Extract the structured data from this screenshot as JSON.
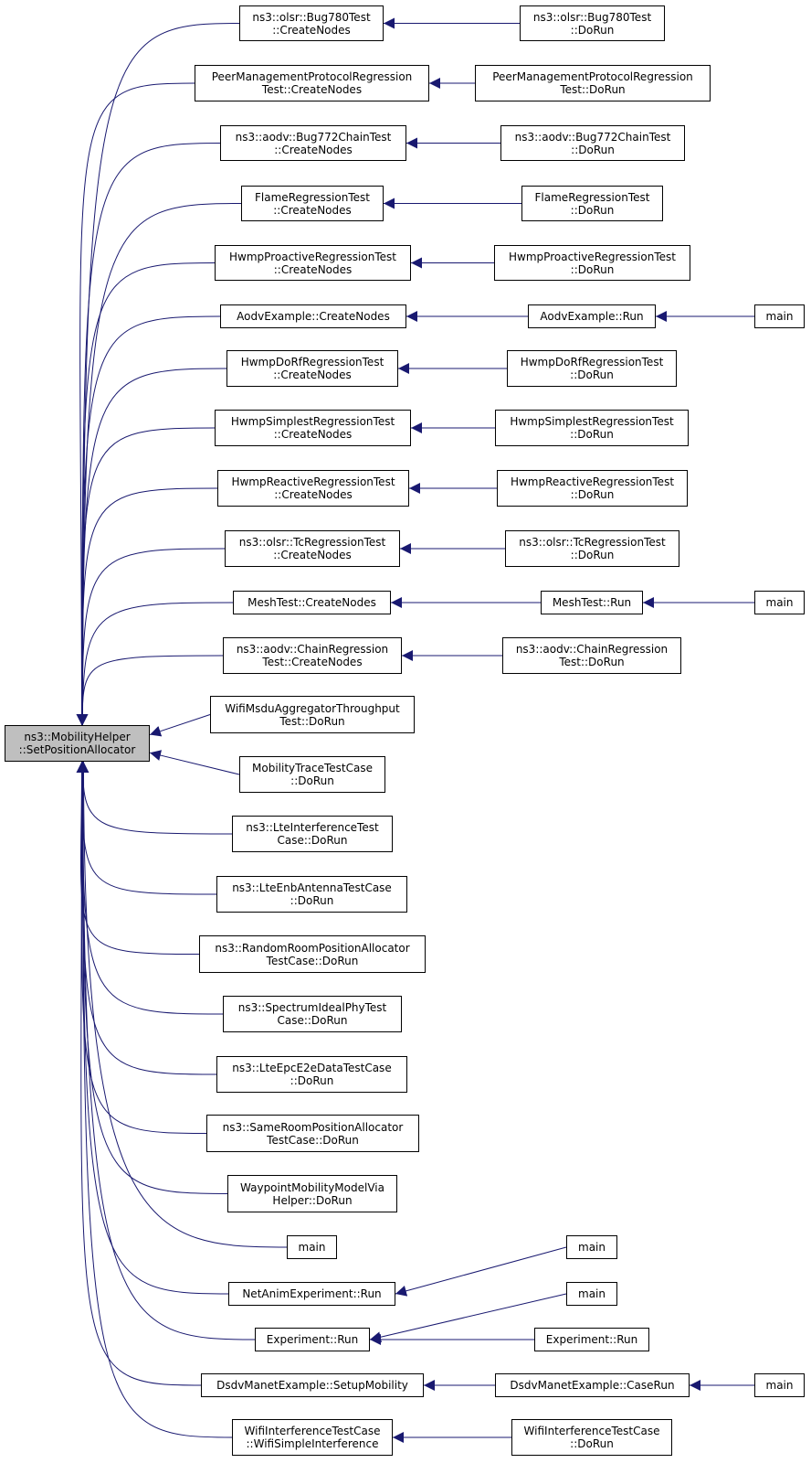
{
  "root": {
    "id": "root",
    "lines": [
      "ns3::MobilityHelper",
      "::SetPositionAllocator"
    ]
  },
  "nodes": [
    {
      "id": "c1",
      "lines": [
        "ns3::olsr::Bug780Test",
        "::CreateNodes"
      ]
    },
    {
      "id": "c2",
      "lines": [
        "PeerManagementProtocolRegression",
        "Test::CreateNodes"
      ]
    },
    {
      "id": "c3",
      "lines": [
        "ns3::aodv::Bug772ChainTest",
        "::CreateNodes"
      ]
    },
    {
      "id": "c4",
      "lines": [
        "FlameRegressionTest",
        "::CreateNodes"
      ]
    },
    {
      "id": "c5",
      "lines": [
        "HwmpProactiveRegressionTest",
        "::CreateNodes"
      ]
    },
    {
      "id": "c6",
      "lines": [
        "AodvExample::CreateNodes"
      ]
    },
    {
      "id": "c7",
      "lines": [
        "HwmpDoRfRegressionTest",
        "::CreateNodes"
      ]
    },
    {
      "id": "c8",
      "lines": [
        "HwmpSimplestRegressionTest",
        "::CreateNodes"
      ]
    },
    {
      "id": "c9",
      "lines": [
        "HwmpReactiveRegressionTest",
        "::CreateNodes"
      ]
    },
    {
      "id": "c10",
      "lines": [
        "ns3::olsr::TcRegressionTest",
        "::CreateNodes"
      ]
    },
    {
      "id": "c11",
      "lines": [
        "MeshTest::CreateNodes"
      ]
    },
    {
      "id": "c12",
      "lines": [
        "ns3::aodv::ChainRegression",
        "Test::CreateNodes"
      ]
    },
    {
      "id": "c13",
      "lines": [
        "WifiMsduAggregatorThroughput",
        "Test::DoRun"
      ]
    },
    {
      "id": "c14",
      "lines": [
        "MobilityTraceTestCase",
        "::DoRun"
      ]
    },
    {
      "id": "c15",
      "lines": [
        "ns3::LteInterferenceTest",
        "Case::DoRun"
      ]
    },
    {
      "id": "c16",
      "lines": [
        "ns3::LteEnbAntennaTestCase",
        "::DoRun"
      ]
    },
    {
      "id": "c17",
      "lines": [
        "ns3::RandomRoomPositionAllocator",
        "TestCase::DoRun"
      ]
    },
    {
      "id": "c18",
      "lines": [
        "ns3::SpectrumIdealPhyTest",
        "Case::DoRun"
      ]
    },
    {
      "id": "c19",
      "lines": [
        "ns3::LteEpcE2eDataTestCase",
        "::DoRun"
      ]
    },
    {
      "id": "c20",
      "lines": [
        "ns3::SameRoomPositionAllocator",
        "TestCase::DoRun"
      ]
    },
    {
      "id": "c21",
      "lines": [
        "WaypointMobilityModelVia",
        "Helper::DoRun"
      ]
    },
    {
      "id": "c22",
      "lines": [
        "main"
      ]
    },
    {
      "id": "c23",
      "lines": [
        "NetAnimExperiment::Run"
      ]
    },
    {
      "id": "c24",
      "lines": [
        "Experiment::Run"
      ]
    },
    {
      "id": "c25",
      "lines": [
        "DsdvManetExample::SetupMobility"
      ]
    },
    {
      "id": "c26",
      "lines": [
        "WifiInterferenceTestCase",
        "::WifiSimpleInterference"
      ]
    },
    {
      "id": "d1",
      "lines": [
        "ns3::olsr::Bug780Test",
        "::DoRun"
      ]
    },
    {
      "id": "d2",
      "lines": [
        "PeerManagementProtocolRegression",
        "Test::DoRun"
      ]
    },
    {
      "id": "d3",
      "lines": [
        "ns3::aodv::Bug772ChainTest",
        "::DoRun"
      ]
    },
    {
      "id": "d4",
      "lines": [
        "FlameRegressionTest",
        "::DoRun"
      ]
    },
    {
      "id": "d5",
      "lines": [
        "HwmpProactiveRegressionTest",
        "::DoRun"
      ]
    },
    {
      "id": "d6",
      "lines": [
        "AodvExample::Run"
      ]
    },
    {
      "id": "d7",
      "lines": [
        "HwmpDoRfRegressionTest",
        "::DoRun"
      ]
    },
    {
      "id": "d8",
      "lines": [
        "HwmpSimplestRegressionTest",
        "::DoRun"
      ]
    },
    {
      "id": "d9",
      "lines": [
        "HwmpReactiveRegressionTest",
        "::DoRun"
      ]
    },
    {
      "id": "d10",
      "lines": [
        "ns3::olsr::TcRegressionTest",
        "::DoRun"
      ]
    },
    {
      "id": "d11",
      "lines": [
        "MeshTest::Run"
      ]
    },
    {
      "id": "d12",
      "lines": [
        "ns3::aodv::ChainRegression",
        "Test::DoRun"
      ]
    },
    {
      "id": "d23",
      "lines": [
        "main"
      ]
    },
    {
      "id": "d24a",
      "lines": [
        "main"
      ]
    },
    {
      "id": "d24b",
      "lines": [
        "Experiment::Run"
      ]
    },
    {
      "id": "d25",
      "lines": [
        "DsdvManetExample::CaseRun"
      ]
    },
    {
      "id": "d26",
      "lines": [
        "WifiInterferenceTestCase",
        "::DoRun"
      ]
    },
    {
      "id": "e6",
      "lines": [
        "main"
      ]
    },
    {
      "id": "e11",
      "lines": [
        "main"
      ]
    },
    {
      "id": "e25",
      "lines": [
        "main"
      ]
    }
  ],
  "edges": [
    [
      "c1",
      "root"
    ],
    [
      "c2",
      "root"
    ],
    [
      "c3",
      "root"
    ],
    [
      "c4",
      "root"
    ],
    [
      "c5",
      "root"
    ],
    [
      "c6",
      "root"
    ],
    [
      "c7",
      "root"
    ],
    [
      "c8",
      "root"
    ],
    [
      "c9",
      "root"
    ],
    [
      "c10",
      "root"
    ],
    [
      "c11",
      "root"
    ],
    [
      "c12",
      "root"
    ],
    [
      "c13",
      "root"
    ],
    [
      "c14",
      "root"
    ],
    [
      "c15",
      "root"
    ],
    [
      "c16",
      "root"
    ],
    [
      "c17",
      "root"
    ],
    [
      "c18",
      "root"
    ],
    [
      "c19",
      "root"
    ],
    [
      "c20",
      "root"
    ],
    [
      "c21",
      "root"
    ],
    [
      "c22",
      "root"
    ],
    [
      "c23",
      "root"
    ],
    [
      "c24",
      "root"
    ],
    [
      "c25",
      "root"
    ],
    [
      "c26",
      "root"
    ],
    [
      "d1",
      "c1"
    ],
    [
      "d2",
      "c2"
    ],
    [
      "d3",
      "c3"
    ],
    [
      "d4",
      "c4"
    ],
    [
      "d5",
      "c5"
    ],
    [
      "d6",
      "c6"
    ],
    [
      "d7",
      "c7"
    ],
    [
      "d8",
      "c8"
    ],
    [
      "d9",
      "c9"
    ],
    [
      "d10",
      "c10"
    ],
    [
      "d11",
      "c11"
    ],
    [
      "d12",
      "c12"
    ],
    [
      "d23",
      "c23"
    ],
    [
      "d24a",
      "c24"
    ],
    [
      "d24b",
      "c24"
    ],
    [
      "d25",
      "c25"
    ],
    [
      "d26",
      "c26"
    ],
    [
      "e6",
      "d6"
    ],
    [
      "e11",
      "d11"
    ],
    [
      "e25",
      "d25"
    ]
  ],
  "colors": {
    "edge": "#191970",
    "root_fill": "#bfbfbf",
    "node_border": "#000000",
    "node_fill": "#ffffff"
  }
}
